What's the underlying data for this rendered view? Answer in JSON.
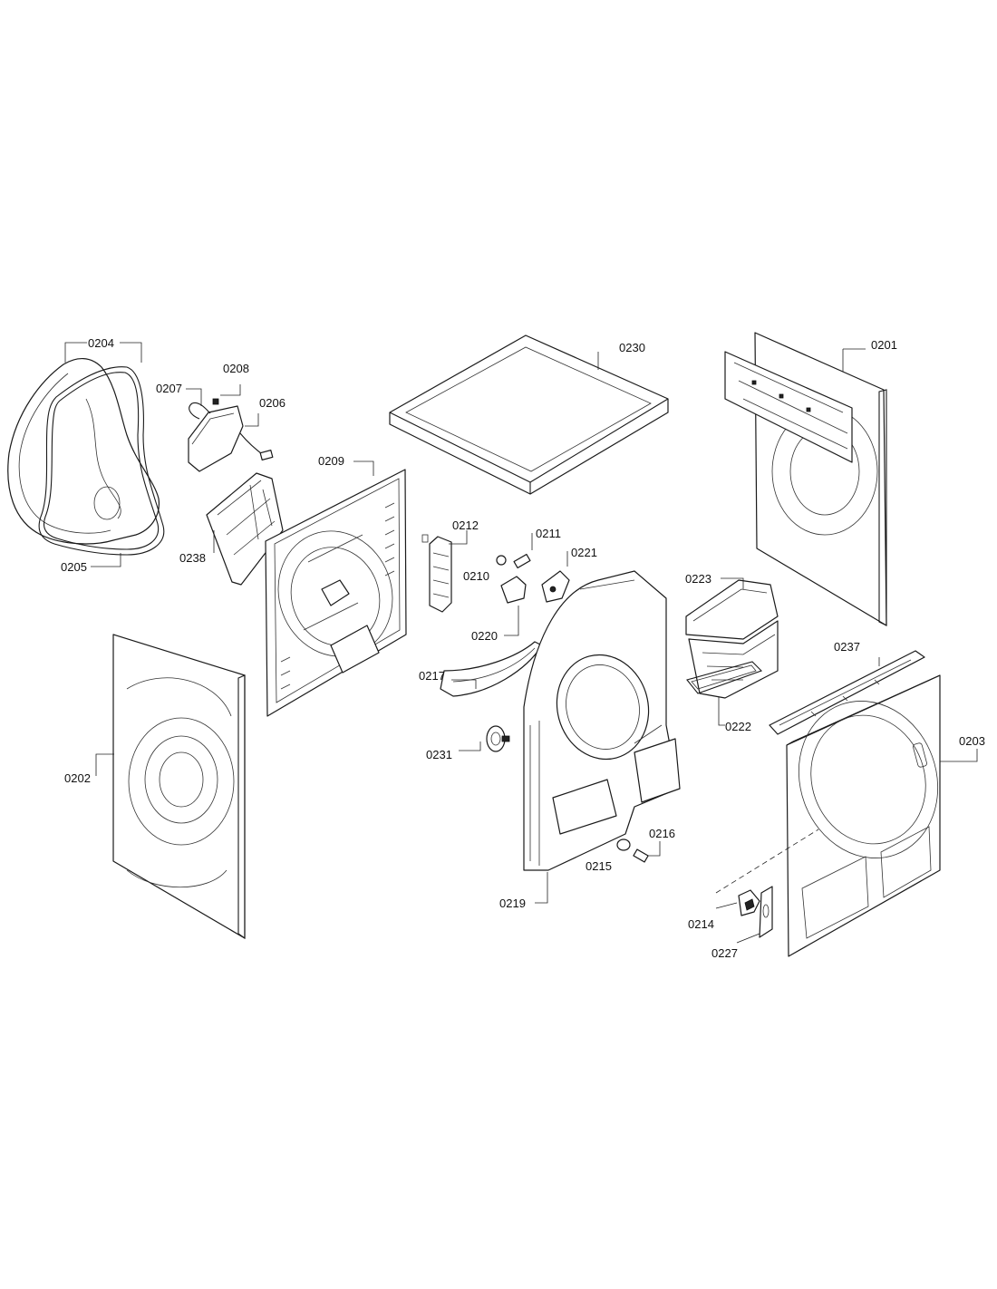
{
  "callouts": {
    "c0201": "0201",
    "c0202": "0202",
    "c0203": "0203",
    "c0204": "0204",
    "c0205": "0205",
    "c0206": "0206",
    "c0207": "0207",
    "c0208": "0208",
    "c0209": "0209",
    "c0210": "0210",
    "c0211": "0211",
    "c0212": "0212",
    "c0214": "0214",
    "c0215": "0215",
    "c0216": "0216",
    "c0217": "0217",
    "c0219": "0219",
    "c0220": "0220",
    "c0221": "0221",
    "c0222": "0222",
    "c0223": "0223",
    "c0227": "0227",
    "c0230": "0230",
    "c0231": "0231",
    "c0237": "0237",
    "c0238": "0238"
  }
}
